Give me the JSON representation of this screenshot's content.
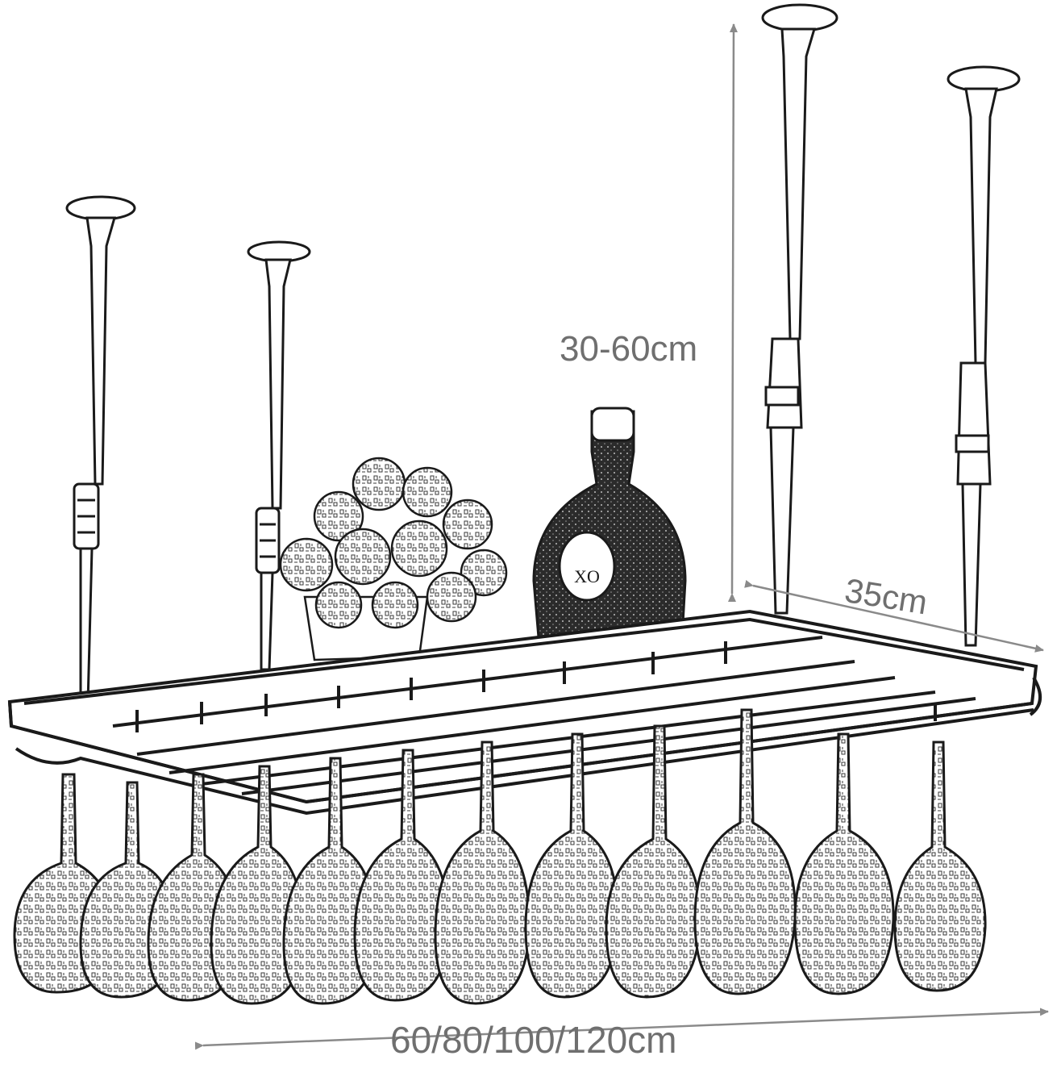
{
  "dimensions": {
    "height_range": "30-60cm",
    "depth": "35cm",
    "width_options": "60/80/100/120cm"
  },
  "bottle_label": "XO",
  "colors": {
    "line": "#1a1a1a",
    "dimension_line": "#8a8a8a",
    "dimension_text": "#6f6f6f",
    "background": "#ffffff"
  }
}
